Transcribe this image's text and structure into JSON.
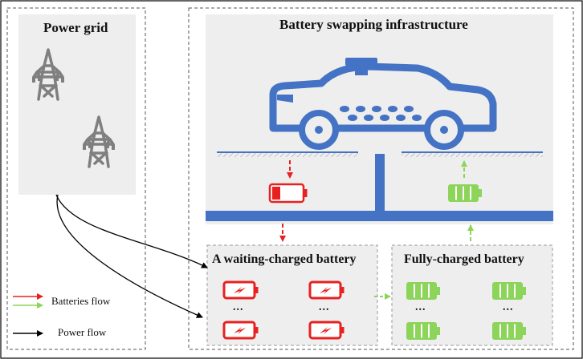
{
  "labels": {
    "power_grid": "Power grid",
    "swapping_infrastructure": "Battery swapping infrastructure",
    "waiting_battery": "A waiting-charged battery",
    "fully_charged": "Fully-charged battery",
    "ellipsis": "...",
    "batteries_flow": "Batteries flow",
    "power_flow": "Power flow"
  },
  "colors": {
    "red": "#e82020",
    "green": "#8cd45a",
    "blue": "#4472c4",
    "panel_gray": "#eeeeee",
    "tower_gray": "#7f7f7f",
    "line_black": "#000000"
  },
  "icons": {
    "tower": "transmission-tower-icon",
    "car": "taxi-icon",
    "empty_battery": "low-battery-icon",
    "charging_battery": "charging-battery-icon",
    "full_battery": "full-battery-icon"
  }
}
